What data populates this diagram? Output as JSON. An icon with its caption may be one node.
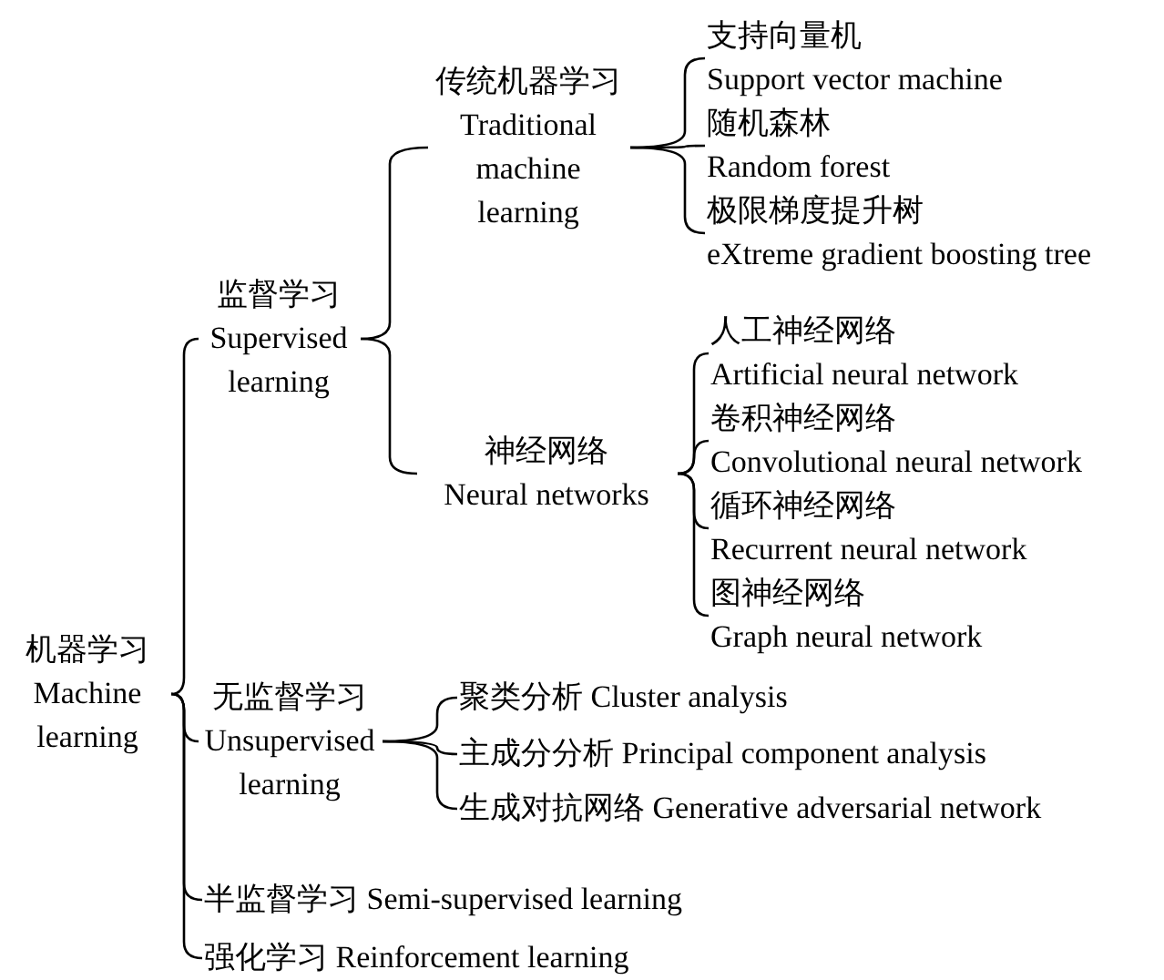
{
  "diagram": {
    "nodes": [
      {
        "text": [
          "机器学习",
          "Machine learning"
        ]
      },
      {
        "text": [
          "监督学习",
          "Supervised learning"
        ]
      },
      {
        "text": [
          "传统机器学习",
          "Traditional machine learning"
        ]
      },
      {
        "text": [
          "支持向量机",
          "Support vector machine"
        ]
      },
      {
        "text": [
          "随机森林",
          "Random forest"
        ]
      },
      {
        "text": [
          "极限梯度提升树",
          "eXtreme gradient boosting tree"
        ]
      },
      {
        "text": [
          "神经网络",
          "Neural networks"
        ]
      },
      {
        "text": [
          "人工神经网络",
          "Artificial neural network"
        ]
      },
      {
        "text": [
          "卷积神经网络",
          "Convolutional neural network"
        ]
      },
      {
        "text": [
          "循环神经网络",
          "Recurrent neural network"
        ]
      },
      {
        "text": [
          "图神经网络",
          "Graph neural network"
        ]
      },
      {
        "text": [
          "无监督学习",
          "Unsupervised learning"
        ]
      },
      {
        "text": [
          "聚类分析 Cluster analysis"
        ]
      },
      {
        "text": [
          "主成分分析 Principal component analysis"
        ]
      },
      {
        "text": [
          "生成对抗网络 Generative adversarial network"
        ]
      },
      {
        "text": [
          "半监督学习 Semi-supervised learning"
        ]
      },
      {
        "text": [
          "强化学习 Reinforcement learning"
        ]
      }
    ],
    "edges": [
      {
        "from": 0,
        "to": 1,
        "arrow": "none"
      },
      {
        "from": 0,
        "to": 11,
        "arrow": "none"
      },
      {
        "from": 0,
        "to": 15,
        "arrow": "none"
      },
      {
        "from": 0,
        "to": 16,
        "arrow": "none"
      },
      {
        "from": 1,
        "to": 2,
        "arrow": "none"
      },
      {
        "from": 1,
        "to": 6,
        "arrow": "none"
      },
      {
        "from": 2,
        "to": 3,
        "arrow": "none"
      },
      {
        "from": 2,
        "to": 4,
        "arrow": "none"
      },
      {
        "from": 2,
        "to": 5,
        "arrow": "none"
      },
      {
        "from": 6,
        "to": 7,
        "arrow": "none"
      },
      {
        "from": 6,
        "to": 8,
        "arrow": "none"
      },
      {
        "from": 6,
        "to": 9,
        "arrow": "none"
      },
      {
        "from": 6,
        "to": 10,
        "arrow": "none"
      },
      {
        "from": 11,
        "to": 12,
        "arrow": "none"
      },
      {
        "from": 11,
        "to": 13,
        "arrow": "none"
      },
      {
        "from": 11,
        "to": 14,
        "arrow": "none"
      }
    ]
  }
}
